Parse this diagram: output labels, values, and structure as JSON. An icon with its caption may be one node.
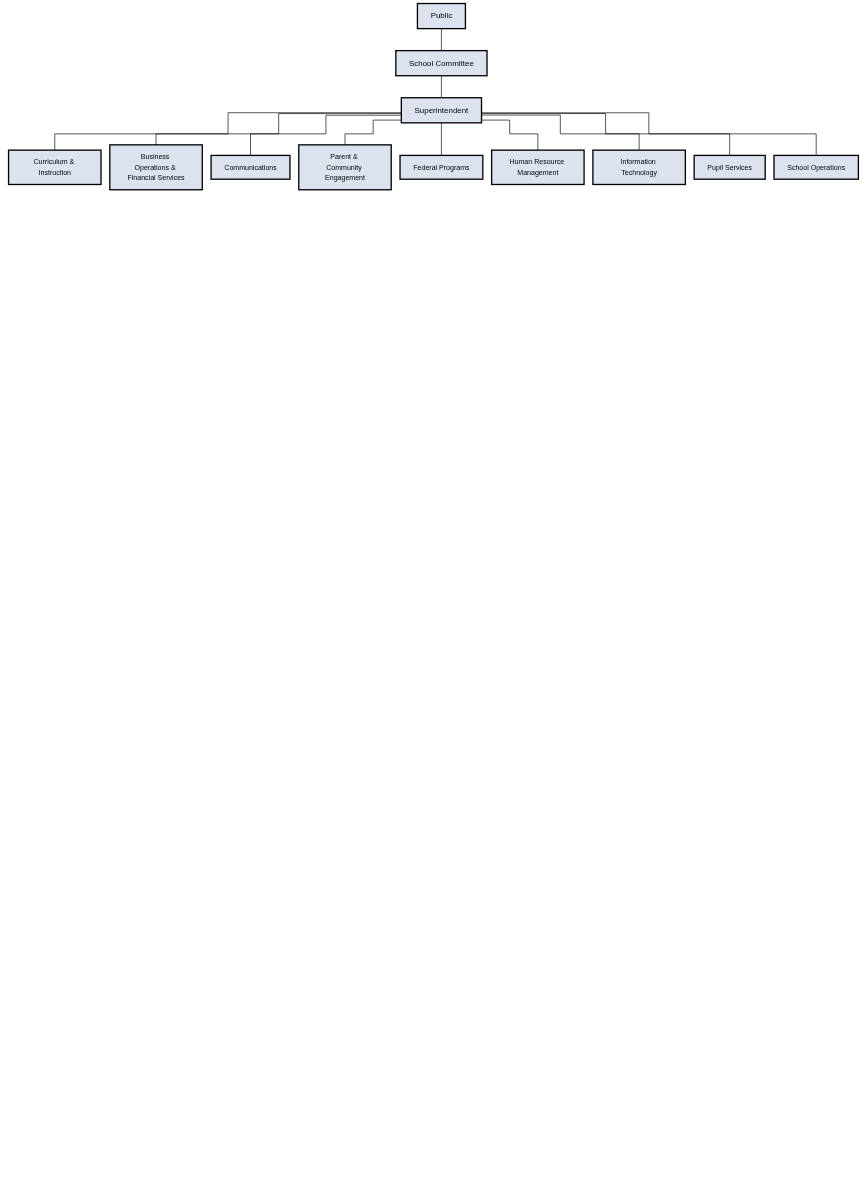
{
  "diagram": {
    "nodes": [
      {
        "text": [
          "Public"
        ]
      },
      {
        "text": [
          "School Committee"
        ]
      },
      {
        "text": [
          "Superintendent"
        ]
      },
      {
        "text": [
          "Curriculum & Instruction"
        ]
      },
      {
        "text": [
          "Business Operations & Financial Services"
        ]
      },
      {
        "text": [
          "Communications"
        ]
      },
      {
        "text": [
          "Parent & Community Engagement"
        ]
      },
      {
        "text": [
          "Federal Programs"
        ]
      },
      {
        "text": [
          "Human Resource Management"
        ]
      },
      {
        "text": [
          "Information Technology"
        ]
      },
      {
        "text": [
          "Pupil Services"
        ]
      },
      {
        "text": [
          "School Operations"
        ]
      }
    ],
    "edges": [
      {
        "from": 0,
        "to": 1,
        "arrow": "none"
      },
      {
        "from": 1,
        "to": 2,
        "arrow": "none"
      },
      {
        "from": 2,
        "to": 3,
        "arrow": "none"
      },
      {
        "from": 2,
        "to": 4,
        "arrow": "none"
      },
      {
        "from": 2,
        "to": 5,
        "arrow": "none"
      },
      {
        "from": 2,
        "to": 6,
        "arrow": "none"
      },
      {
        "from": 2,
        "to": 7,
        "arrow": "none"
      },
      {
        "from": 2,
        "to": 8,
        "arrow": "none"
      },
      {
        "from": 2,
        "to": 9,
        "arrow": "none"
      },
      {
        "from": 2,
        "to": 10,
        "arrow": "none"
      },
      {
        "from": 2,
        "to": 11,
        "arrow": "none"
      }
    ]
  }
}
